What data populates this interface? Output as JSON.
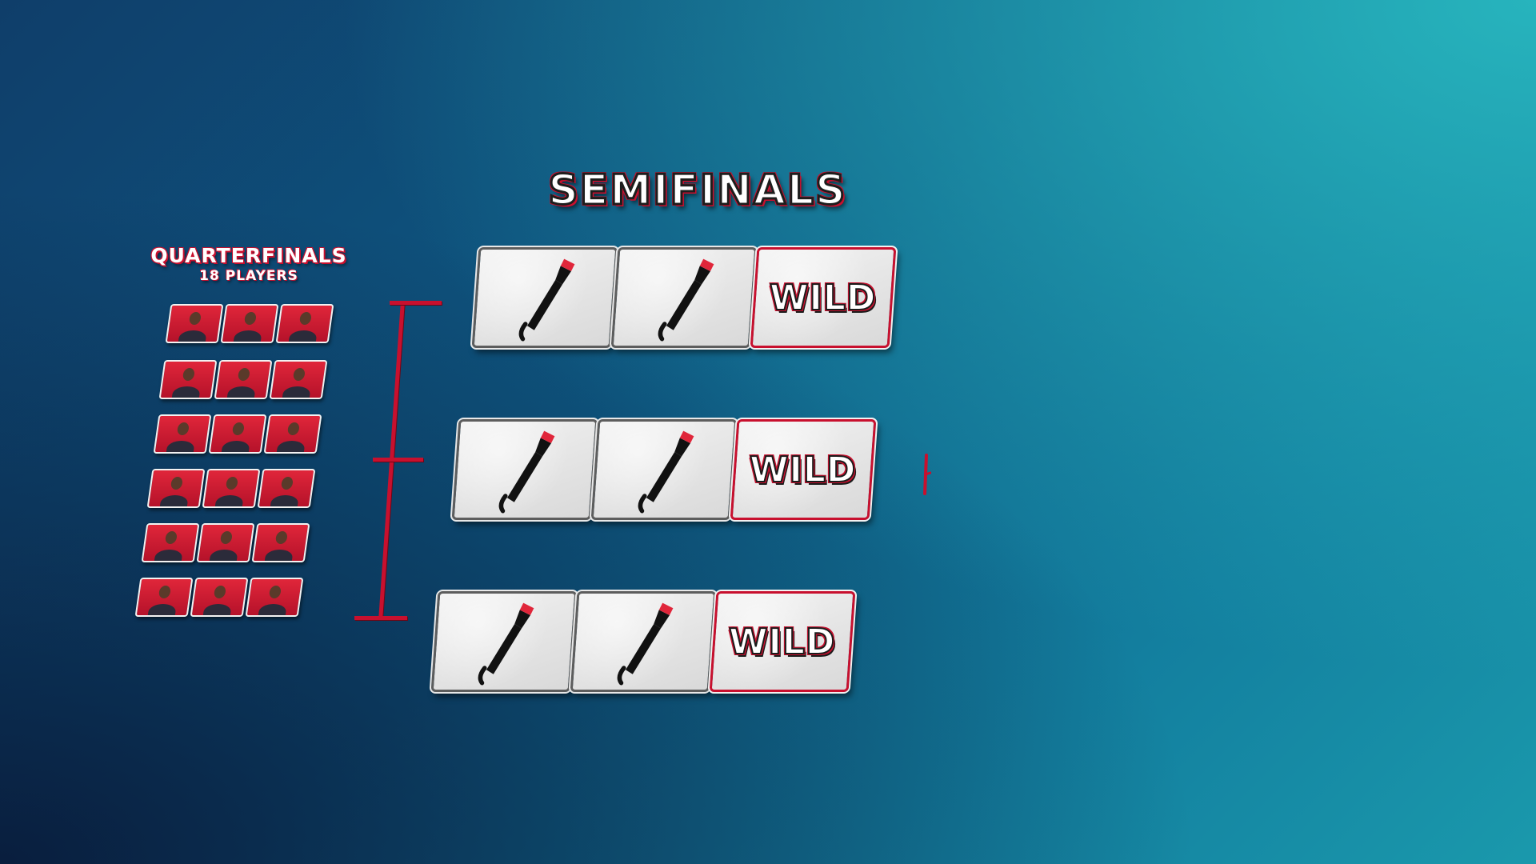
{
  "semifinals": {
    "title": "SEMIFINALS",
    "rows": [
      {
        "slots": [
          "mic-icon",
          "mic-icon",
          "WILD"
        ]
      },
      {
        "slots": [
          "mic-icon",
          "mic-icon",
          "WILD"
        ]
      },
      {
        "slots": [
          "mic-icon",
          "mic-icon",
          "WILD"
        ]
      }
    ],
    "wild_label": "WILD"
  },
  "quarterfinals": {
    "title": "QUARTERFINALS",
    "subtitle": "18 PLAYERS",
    "groups": [
      {
        "players": [
          "player-photo",
          "player-photo",
          "player-photo"
        ]
      },
      {
        "players": [
          "player-photo",
          "player-photo",
          "player-photo"
        ]
      },
      {
        "players": [
          "player-photo",
          "player-photo",
          "player-photo"
        ]
      },
      {
        "players": [
          "player-photo",
          "player-photo",
          "player-photo"
        ]
      },
      {
        "players": [
          "player-photo",
          "player-photo",
          "player-photo"
        ]
      },
      {
        "players": [
          "player-photo",
          "player-photo",
          "player-photo"
        ]
      }
    ]
  },
  "colors": {
    "accent_red": "#c8102e",
    "background_dark": "#0f3e6a",
    "background_teal": "#27b4bd",
    "slot_fill": "#e6e6e6"
  }
}
